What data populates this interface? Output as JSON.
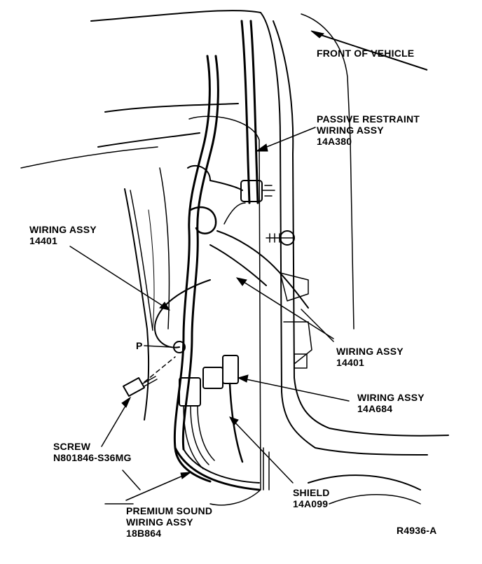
{
  "labels": {
    "front_of_vehicle": "FRONT OF VEHICLE",
    "passive_restraint": [
      "PASSIVE RESTRAINT",
      "WIRING ASSY",
      "14A380"
    ],
    "wiring_assy_left": [
      "WIRING ASSY",
      "14401"
    ],
    "wiring_assy_right": [
      "WIRING ASSY",
      "14401"
    ],
    "wiring_assy_14a684": [
      "WIRING ASSY",
      "14A684"
    ],
    "screw": [
      "SCREW",
      "N801846-S36MG"
    ],
    "premium_sound": [
      "PREMIUM SOUND",
      "WIRING ASSY",
      "18B864"
    ],
    "shield": [
      "SHIELD",
      "14A099"
    ],
    "callout_p": "P",
    "figure_id": "R4936-A"
  }
}
